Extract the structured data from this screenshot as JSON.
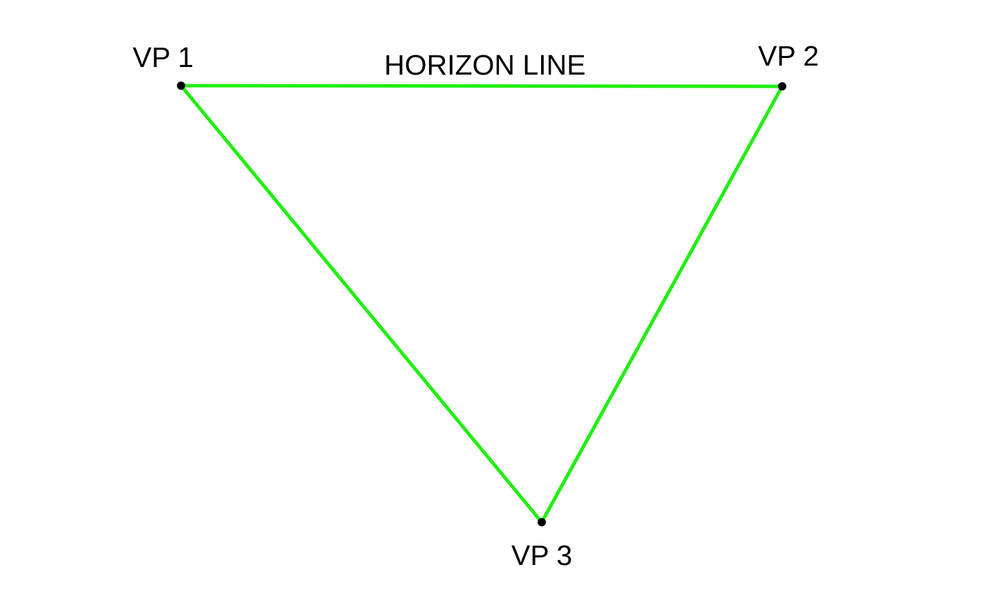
{
  "diagram": {
    "horizon_label": "HORIZON LINE",
    "vanishing_points": [
      {
        "id": "vp1",
        "label": "VP 1"
      },
      {
        "id": "vp2",
        "label": "VP 2"
      },
      {
        "id": "vp3",
        "label": "VP 3"
      }
    ],
    "colors": {
      "line": "#22ee11",
      "point": "#000000",
      "text": "#000000",
      "background": "#ffffff"
    }
  }
}
